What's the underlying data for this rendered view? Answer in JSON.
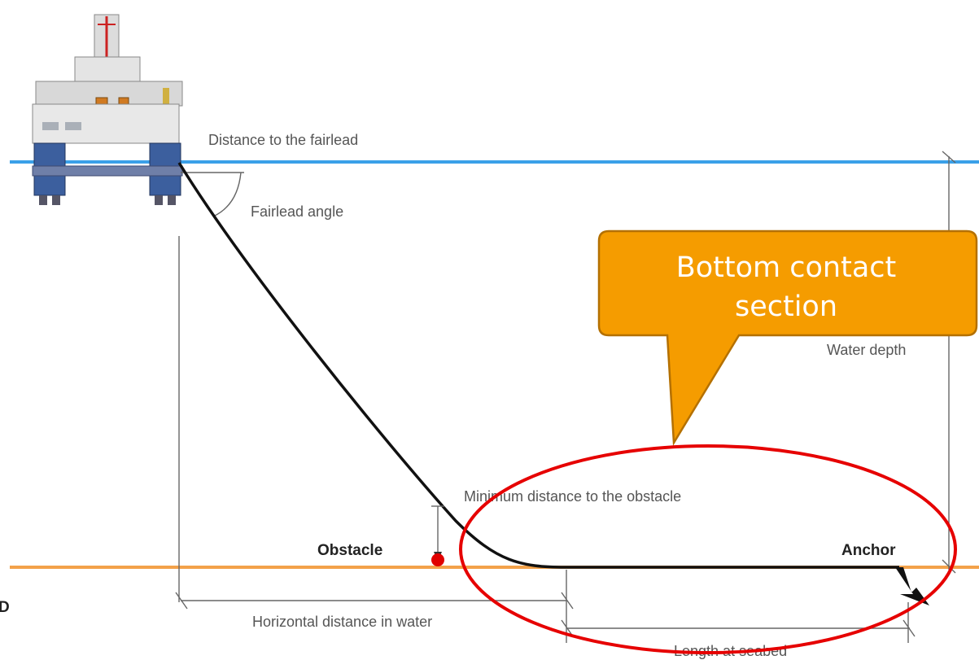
{
  "labels": {
    "distance_fairlead": "Distance to the fairlead",
    "fairlead_angle": "Fairlead angle",
    "water_depth": "Water depth",
    "minimum_distance": "Minimum distance to the obstacle",
    "obstacle": "Obstacle",
    "anchor": "Anchor",
    "horizontal_distance": "Horizontal distance in water",
    "length_seabed": "Length at seabed",
    "left_cut": "D"
  },
  "callout": {
    "line1": "Bottom contact",
    "line2": "section"
  },
  "colors": {
    "sea_surface": "#3aa0e8",
    "seabed": "#f3a24a",
    "callout_fill": "#f59c00",
    "callout_border": "#b47000",
    "highlight_ellipse": "#e60000",
    "obstacle_marker": "#e00000",
    "mooring_line": "#111111"
  },
  "icons": {
    "platform": "semi-submersible-rig-icon",
    "anchor": "anchor-icon"
  }
}
